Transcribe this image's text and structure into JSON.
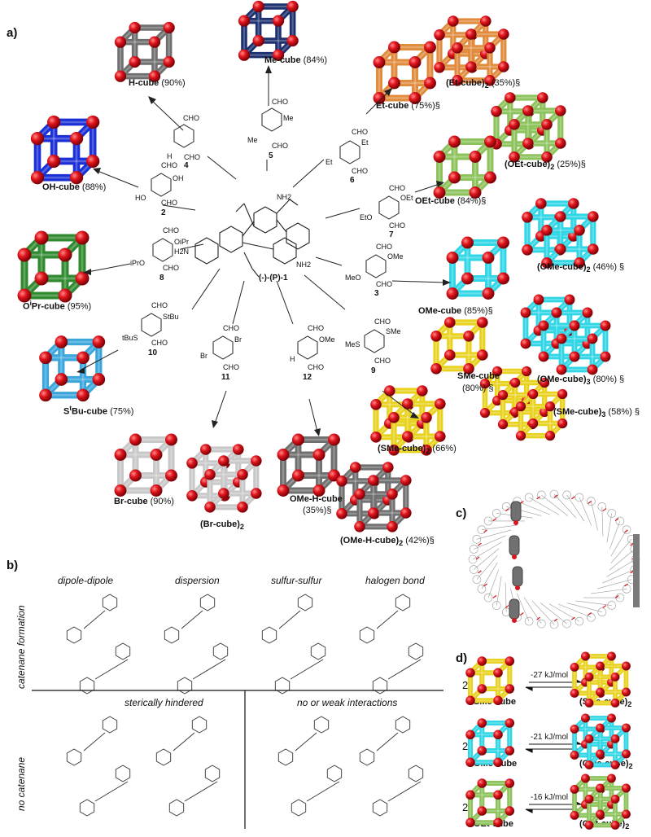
{
  "panels": {
    "a": "a)",
    "b": "b)",
    "c": "c)",
    "d": "d)"
  },
  "colors": {
    "vertex_red": "#d8141c",
    "grey": "#6f6f6f",
    "navy": "#1c2f6e",
    "blue": "#1a2fd6",
    "green": "#2f8a2f",
    "skyblue": "#3aa6dc",
    "orange": "#e08a3c",
    "lightgreen": "#8cc25a",
    "cyan": "#2fd6e6",
    "yellow": "#e8d21e",
    "silver": "#c8c8c8",
    "darkgrey": "#555555"
  },
  "cubes": {
    "H": {
      "name": "H-cube",
      "yield": " (90%)"
    },
    "Me": {
      "name": "Me-cube",
      "yield": " (84%)"
    },
    "Et": {
      "name": "Et-cube",
      "yield": " (75%)§"
    },
    "Et2": {
      "name": "(Et-cube)",
      "sub": "2",
      "yield": " (35%)§"
    },
    "OH": {
      "name": "OH-cube",
      "yield": " (88%)"
    },
    "OEt2": {
      "name": "(OEt-cube)",
      "sub": "2",
      "yield": " (25%)§"
    },
    "OEt": {
      "name": "OEt-cube",
      "yield": " (84%)§"
    },
    "OMe2": {
      "name": "(OMe-cube)",
      "sub": "2",
      "yield": " (46%) §"
    },
    "OiPr": {
      "name": "O",
      "sup": "i",
      "name2": "Pr-cube",
      "yield": " (95%)"
    },
    "OMe": {
      "name": "OMe-cube",
      "yield": " (85%)§"
    },
    "SMe": {
      "name": "SMe-cube",
      "yield": "(80%) §"
    },
    "OMe3": {
      "name": "(OMe-cube)",
      "sub": "3",
      "yield": " (80%) §"
    },
    "StBu": {
      "name": "S",
      "sup": "t",
      "name2": "Bu-cube",
      "yield": " (75%)"
    },
    "SMe3": {
      "name": "(SMe-cube)",
      "sub": "3",
      "yield": " (58%) §"
    },
    "SMe2": {
      "name": "(SMe-cube)",
      "sub": "2",
      "yield": " (66%)"
    },
    "Br": {
      "name": "Br-cube",
      "yield": " (90%)"
    },
    "Br2": {
      "name": "(Br-cube)",
      "sub": "2",
      "yield": ""
    },
    "OMeH": {
      "name": "OMe-H-cube",
      "yield": "(35%)§"
    },
    "OMeH2": {
      "name": "(OMe-H-cube)",
      "sub": "2",
      "yield": " (42%)§"
    }
  },
  "compounds": {
    "n1": "4",
    "n2": "5",
    "n3": "6",
    "n4": "2",
    "n5": "7",
    "n6": "8",
    "n7": "3",
    "n8": "10",
    "n9": "11",
    "n10": "12",
    "n11": "9",
    "center_label": "(-)-(P)-1",
    "cho": "CHO",
    "nh2": "NH2",
    "h2n": "H2N",
    "me": "Me",
    "et": "Et",
    "oet": "OEt",
    "eto": "EtO",
    "ho": "HO",
    "oh": "OH",
    "h": "H",
    "ome": "OMe",
    "meo": "MeO",
    "sme": "SMe",
    "mes": "MeS",
    "br": "Br",
    "opr": "OiPr",
    "ipro": "iPrO",
    "stbu": "StBu",
    "tbus": "tBuS"
  },
  "panel_b": {
    "row_label_top": "catenane formation",
    "row_label_bottom": "no catenane",
    "col_titles": [
      "dipole-dipole",
      "dispersion",
      "sulfur-sulfur",
      "halogen bond"
    ],
    "bottom_titles": [
      "sterically hindered",
      "no or weak interactions"
    ]
  },
  "panel_d": {
    "rows": [
      {
        "coef": "2",
        "left": "SMe-cube",
        "energy": "-27 kJ/mol",
        "right": "(SMe-cube)",
        "sub": "2"
      },
      {
        "coef": "2",
        "left": "OMe-cube",
        "energy": "-21 kJ/mol",
        "right": "(OMe-cube)",
        "sub": "2"
      },
      {
        "coef": "2",
        "left": "OEt-cube",
        "energy": "-16 kJ/mol",
        "right": "(OEt-cube)",
        "sub": "2"
      }
    ]
  }
}
